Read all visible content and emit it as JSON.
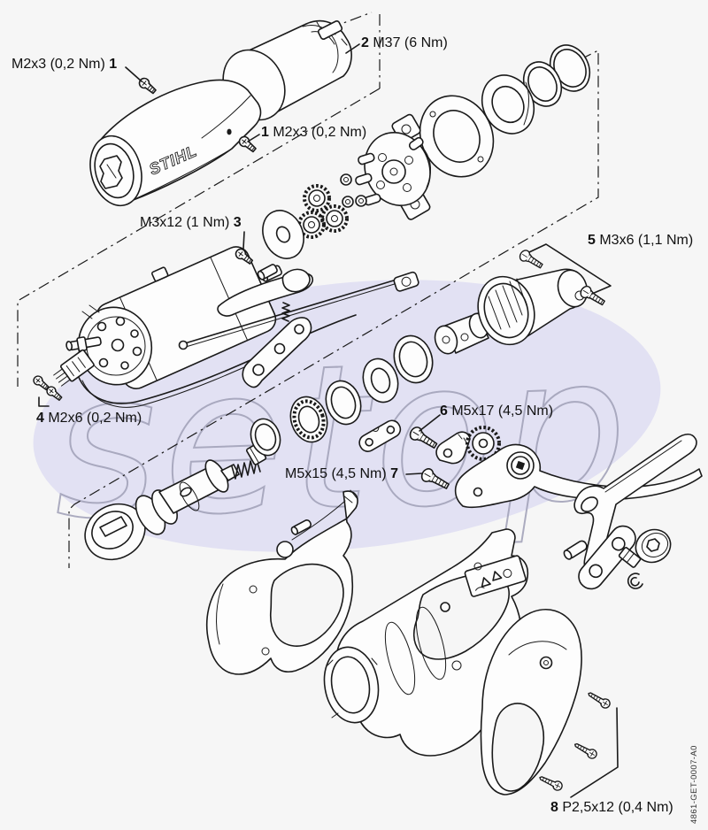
{
  "diagram": {
    "background": "#f6f6f6",
    "line_color": "#1a1a1a",
    "brand_logo": "STIHL",
    "drawing_number": "4861-GET-0007-A0",
    "watermark": {
      "text": "setop",
      "blob_color": "#e2e1f3",
      "letter_color": "#a3a3ba"
    },
    "labels": [
      {
        "pre": "M2x3 (0,2 Nm) ",
        "num": "1",
        "post": ""
      },
      {
        "pre": "",
        "num": "2",
        "post": " M37 (6 Nm)"
      },
      {
        "pre": "",
        "num": "1",
        "post": " M2x3 (0,2 Nm)"
      },
      {
        "pre": "M3x12 (1 Nm) ",
        "num": "3",
        "post": ""
      },
      {
        "pre": "",
        "num": "5",
        "post": " M3x6 (1,1 Nm)"
      },
      {
        "pre": "",
        "num": "4",
        "post": " M2x6 (0,2 Nm)"
      },
      {
        "pre": "",
        "num": "6",
        "post": " M5x17 (4,5 Nm)"
      },
      {
        "pre": "M5x15 (4,5 Nm) ",
        "num": "7",
        "post": ""
      },
      {
        "pre": "",
        "num": "8",
        "post": " P2,5x12 (0,4 Nm)"
      }
    ]
  }
}
